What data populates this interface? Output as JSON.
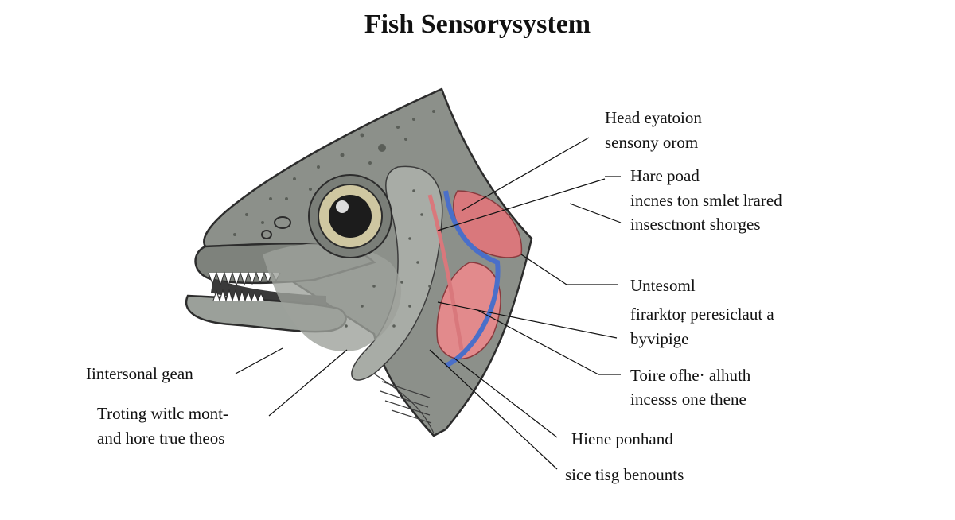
{
  "title": "Fish Sensorysystem",
  "labels": {
    "head_eyatoion": "Head eyatoion",
    "sensony_orom": "sensony orom",
    "hare_poad": "Hare poad",
    "incnes_ton_smlet": "incnes ton smlet lrared",
    "insesctnont_shorges": "insesctnont shorges",
    "untesoml": "Untesoml",
    "firarktor_peresiclaut": "firarktoṛ peresiclaut  a",
    "byvipige": "byvipige",
    "toire_ofhe_alhuth": "Toire ofhe· alhuth",
    "incesss_one_thene": "incesss one thene",
    "hiene_ponhand": "Hiene ponhand",
    "sice_tisg_benounts": "sice tisg benounts",
    "intersonal_gean": "Iintersonal gean",
    "troting_witlc_mont": "Troting witlc mont-",
    "and_hore_true_theos": "and hore true theos"
  },
  "colors": {
    "skin": "#8c908a",
    "skin_dark": "#6f736d",
    "jaw": "#9ba09a",
    "gill_cover": "#a8aca6",
    "muscle": "#d9787c",
    "vein": "#4a6fc9",
    "eye_ring": "#cfc7a1",
    "pupil": "#1c1c1c"
  }
}
